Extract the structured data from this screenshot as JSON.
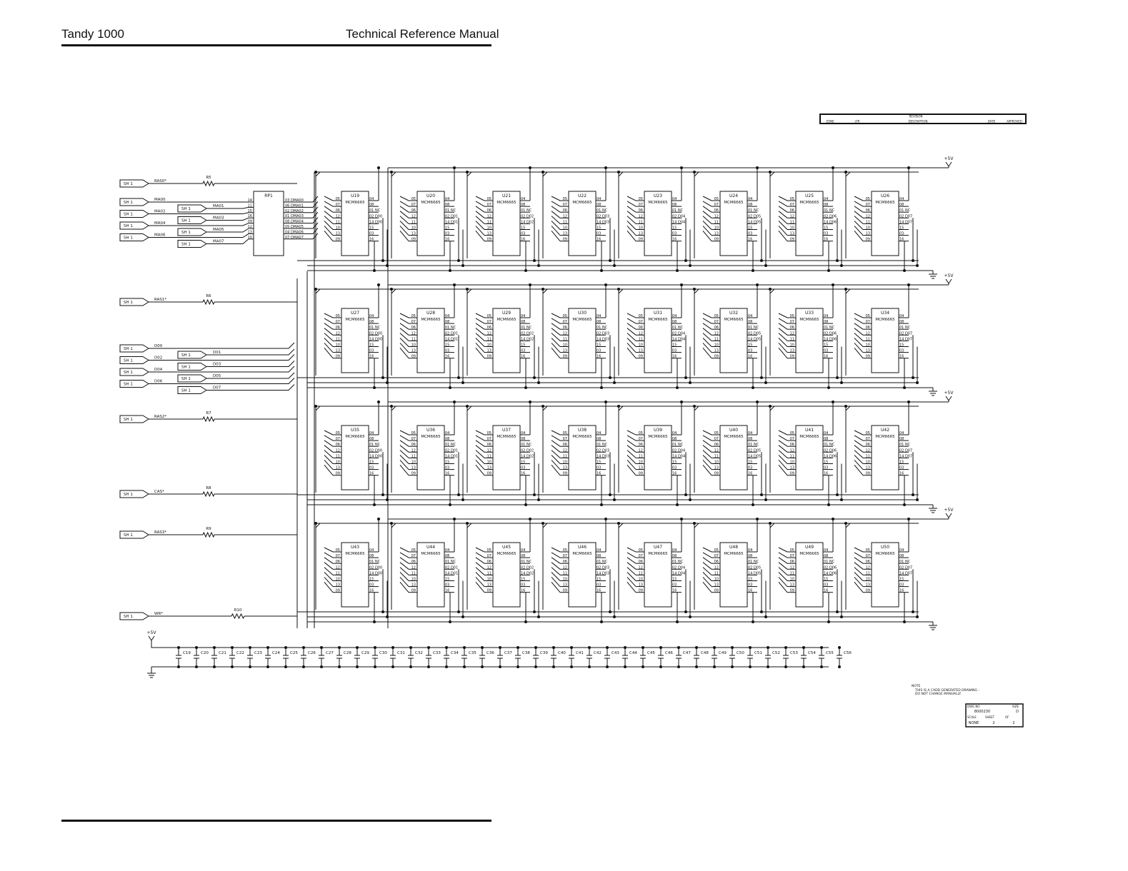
{
  "header": {
    "left": "Tandy 1000",
    "right": "Technical Reference Manual"
  },
  "revision_block": {
    "title": "REVISION",
    "zone": "ZONE",
    "ltr": "LTR",
    "description": "DESCRIPTION",
    "date": "DATE",
    "approved": "APPROVED"
  },
  "power": {
    "vcc": "+5V"
  },
  "connector": "SH 1",
  "left_signals": [
    {
      "net": "RAS0*",
      "resistor": "R5",
      "row": 0
    },
    {
      "net": "RAS1*",
      "resistor": "R6",
      "row": 1
    },
    {
      "net": "RAS2*",
      "resistor": "R7",
      "row": 2
    },
    {
      "net": "CAS*",
      "resistor": "R8",
      "row": 2
    },
    {
      "net": "RAS3*",
      "resistor": "R9",
      "row": 3
    },
    {
      "net": "WR*",
      "resistor": "R10",
      "row": 3
    }
  ],
  "address_in": [
    "MA00",
    "MA01",
    "MA02",
    "MA03",
    "MA04",
    "MA05",
    "MA06",
    "MA07"
  ],
  "data_in": [
    "D00",
    "D01",
    "D02",
    "D03",
    "D04",
    "D05",
    "D06",
    "D07"
  ],
  "rp1": {
    "label": "RP1",
    "in_pins": [
      "14",
      "11",
      "15",
      "16",
      "09",
      "12",
      "13",
      "10"
    ],
    "outputs": [
      "03 DMA00",
      "06 DMA01",
      "02 DMA02",
      "01 DMA03",
      "08 DMA04",
      "05 DMA05",
      "04 DMA06",
      "07 DMA07"
    ]
  },
  "chip_type": "MCM6665",
  "chip_rows": [
    [
      "U19",
      "U20",
      "U21",
      "U22",
      "U23",
      "U24",
      "U25",
      "U26"
    ],
    [
      "U27",
      "U28",
      "U29",
      "U30",
      "U31",
      "U32",
      "U33",
      "U34"
    ],
    [
      "U35",
      "U36",
      "U37",
      "U38",
      "U39",
      "U40",
      "U41",
      "U42"
    ],
    [
      "U43",
      "U44",
      "U45",
      "U46",
      "U47",
      "U48",
      "U49",
      "U50"
    ]
  ],
  "chip_left_pins": [
    "05",
    "07",
    "06",
    "12",
    "11",
    "10",
    "13",
    "09"
  ],
  "chip_right_pins": [
    "04",
    "08",
    "01 NC",
    "02 D0_",
    "14 D0_",
    "15",
    "03",
    "16"
  ],
  "data_labels": [
    "D00",
    "D01",
    "D02",
    "D03",
    "D04",
    "D05",
    "D06",
    "D07"
  ],
  "capacitors": [
    "C19",
    "C20",
    "C21",
    "C22",
    "C23",
    "C24",
    "C25",
    "C26",
    "C27",
    "C28",
    "C29",
    "C30",
    "C31",
    "C32",
    "C33",
    "C34",
    "C35",
    "C36",
    "C37",
    "C38",
    "C39",
    "C40",
    "C41",
    "C42",
    "C43",
    "C44",
    "C45",
    "C46",
    "C47",
    "C48",
    "C49",
    "C50",
    "C51",
    "C52",
    "C53",
    "C54",
    "C55",
    "C56"
  ],
  "note": {
    "label": "NOTE",
    "line1": "THIS IS A CADD GENERATED DRAWING -",
    "line2": "DO NOT CHANGE MANUALLY."
  },
  "title_block": {
    "dwg_no_label": "DWG NO",
    "dwg_no": "8000230",
    "size_label": "SIZE",
    "size": "D",
    "scale_label": "SCALE",
    "scale": "NONE",
    "sheet_label": "SHEET",
    "sheet": "2",
    "of_label": "OF",
    "of": "2"
  }
}
